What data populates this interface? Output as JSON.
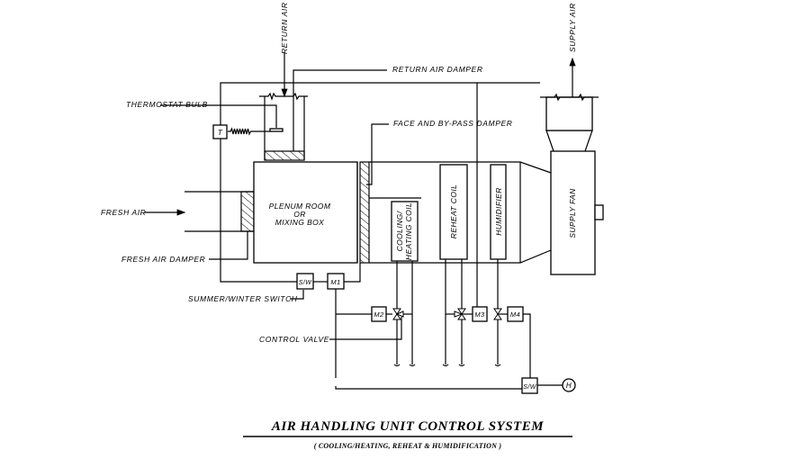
{
  "diagram": {
    "title": "AIR HANDLING UNIT CONTROL SYSTEM",
    "subtitle": "( COOLING/HEATING, REHEAT & HUMIDIFICATION )",
    "labels": {
      "return_air": "RETURN AIR",
      "supply_air": "SUPPLY AIR",
      "return_air_damper": "RETURN AIR DAMPER",
      "thermostat_bulb": "THERMOSTAT BULB",
      "face_bypass_damper": "FACE AND BY-PASS DAMPER",
      "fresh_air": "FRESH AIR",
      "fresh_air_damper": "FRESH AIR DAMPER",
      "summer_winter_switch": "SUMMER/WINTER SWITCH",
      "control_valve": "CONTROL VALVE"
    },
    "components": {
      "plenum_line1": "PLENUM ROOM",
      "plenum_line2": "OR",
      "plenum_line3": "MIXING BOX",
      "cooling_coil_line1": "COOLING/",
      "cooling_coil_line2": "HEATING COIL",
      "reheat_coil": "REHEAT COIL",
      "humidifier": "HUMIDIFIER",
      "supply_fan": "SUPPLY FAN",
      "thermostat": "T",
      "sw_switch_1": "S/W",
      "sw_switch_2": "S/W",
      "motor_1": "M1",
      "motor_2": "M2",
      "motor_3": "M3",
      "motor_4": "M4",
      "humidistat": "H"
    }
  }
}
